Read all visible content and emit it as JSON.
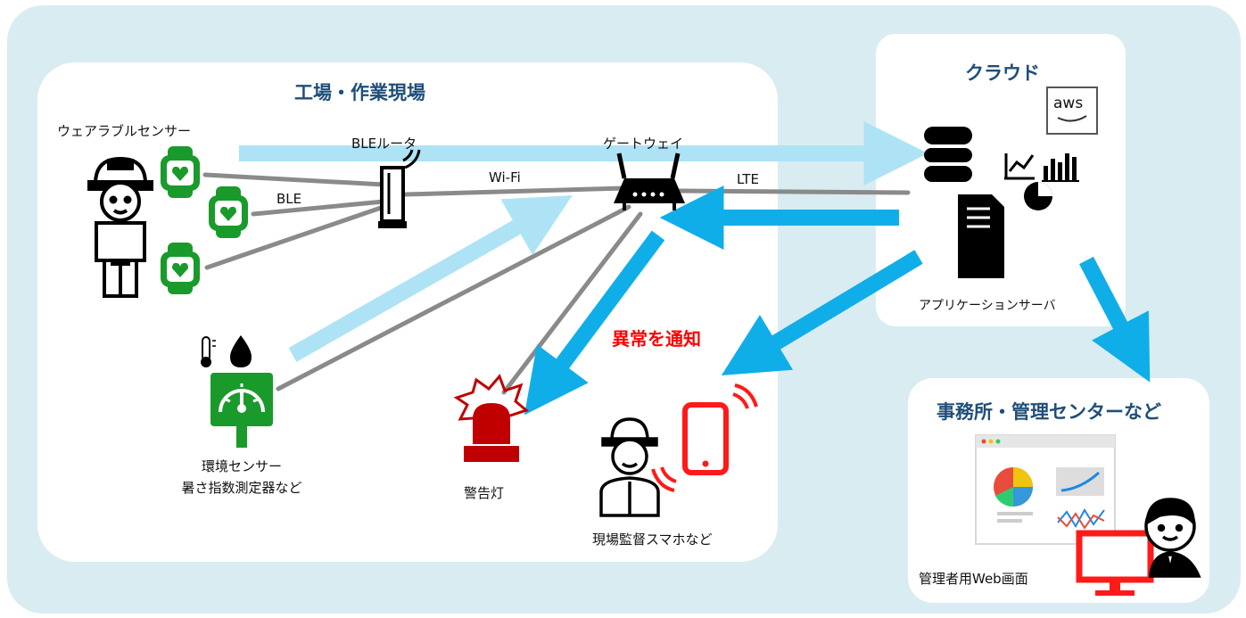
{
  "sections": {
    "factory": "工場・作業現場",
    "cloud": "クラウド",
    "office": "事務所・管理センターなど"
  },
  "labels": {
    "wearable": "ウェアラブルセンサー",
    "ble_router": "BLEルータ",
    "ble": "BLE",
    "gateway": "ゲートウェイ",
    "wifi": "Wi-Fi",
    "lte": "LTE",
    "app_server": "アプリケーションサーバ",
    "env_sensor_1": "環境センサー",
    "env_sensor_2": "暑さ指数測定器など",
    "warning_light": "警告灯",
    "supervisor": "現場監督スマホなど",
    "notify": "異常を通知",
    "admin_web": "管理者用Web画面",
    "aws": "aws"
  },
  "colors": {
    "background": "#d9ecf2",
    "title": "#1f4e79",
    "alert": "#ff0000",
    "device_green": "#1a9a2a",
    "arrow_light": "#aee3f5",
    "arrow_dark": "#10aee8",
    "line_gray": "#808080"
  },
  "icons": [
    "worker-icon",
    "smartwatch-icon",
    "router-icon",
    "gateway-icon",
    "database-icon",
    "server-icon",
    "chart-icon",
    "thermometer-icon",
    "water-drop-icon",
    "gauge-sensor-icon",
    "warning-light-icon",
    "supervisor-icon",
    "smartphone-icon",
    "dashboard-icon",
    "monitor-icon",
    "admin-user-icon"
  ]
}
